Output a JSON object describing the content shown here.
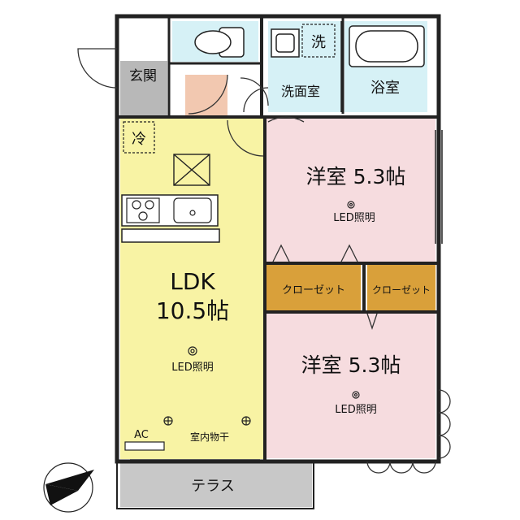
{
  "rooms": {
    "genkan": "玄関",
    "senmen": "洗面室",
    "yokushitsu": "浴室",
    "washer": "洗",
    "fridge": "冷",
    "ldk": {
      "name": "LDK",
      "size": "10.5帖",
      "light": "LED照明"
    },
    "western1": {
      "name": "洋室 5.3帖",
      "light": "LED照明"
    },
    "western2": {
      "name": "洋室 5.3帖",
      "light": "LED照明"
    },
    "closet1": "クローゼット",
    "closet2": "クローゼット",
    "indoor_drying": "室内物干",
    "ac": "AC",
    "terrace": "テラス"
  },
  "colors": {
    "ldk": "#f8f3a4",
    "western": "#f6dcdf",
    "closet": "#d9a03a",
    "wet": "#d6f1f6",
    "genkan": "#b8b8b8",
    "hall": "#ffffff",
    "terrace": "#c8c8c8",
    "wall": "#222222"
  },
  "icons": {
    "compass": "north-arrow-icon",
    "light": "ceiling-light-icon",
    "stove": "stove-icon",
    "sink": "sink-icon",
    "toilet": "toilet-icon",
    "bathtub": "bathtub-icon"
  }
}
